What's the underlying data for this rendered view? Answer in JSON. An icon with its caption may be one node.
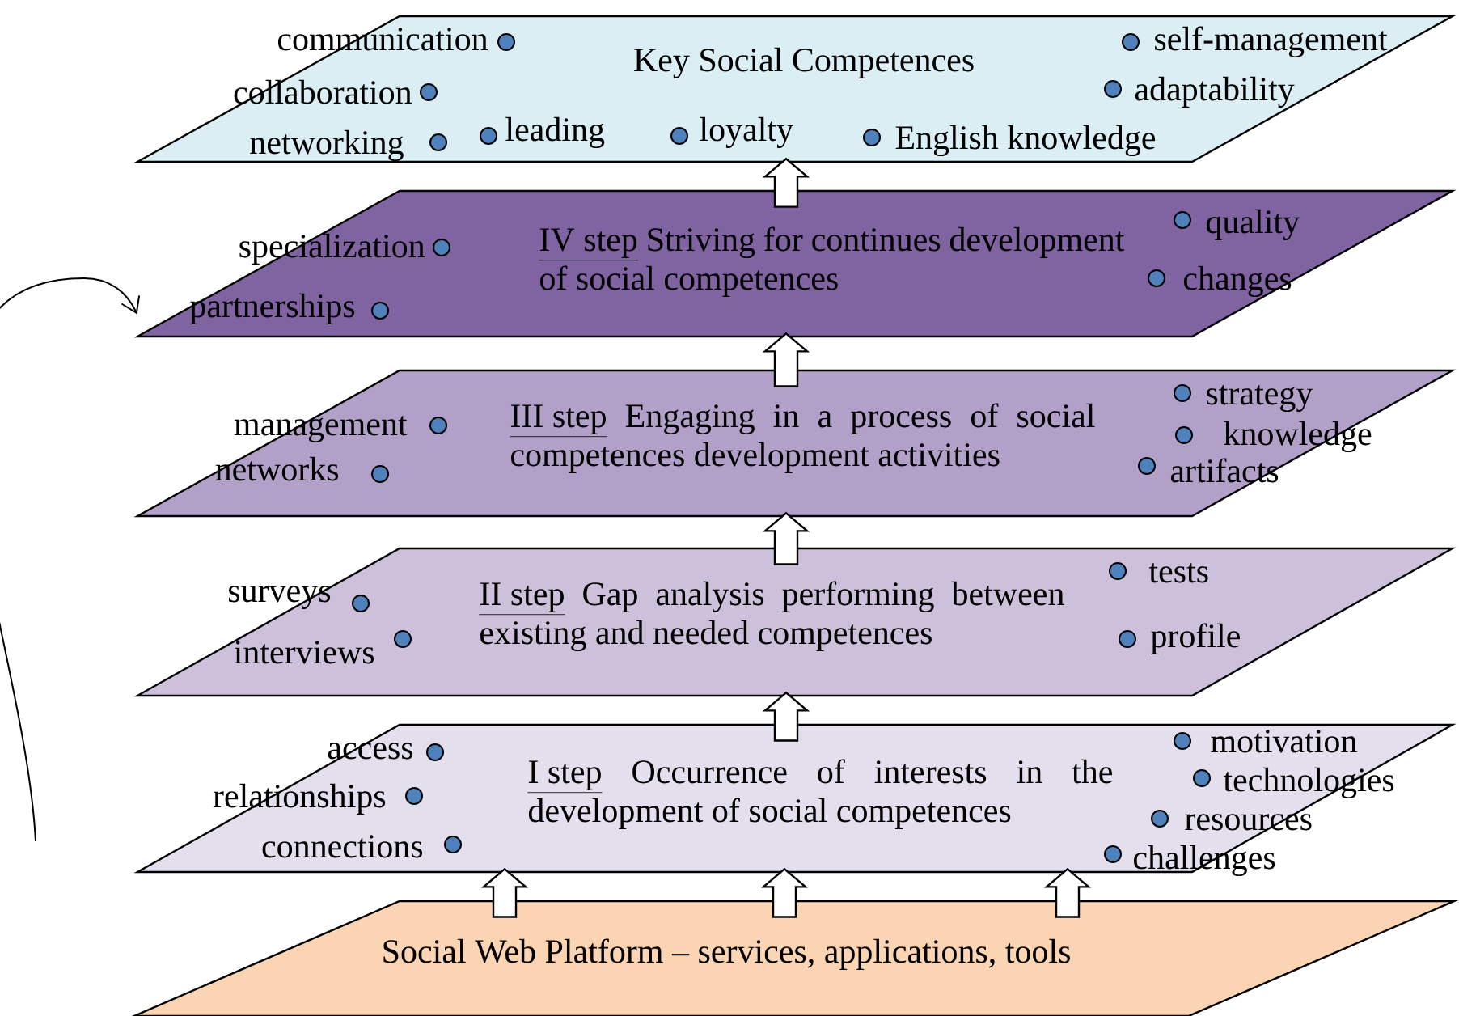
{
  "diagram": {
    "nodes": [
      {
        "text": [
          "Key Social Competences"
        ]
      },
      {
        "text": [
          "IV step",
          "Striving for continues development of social competences"
        ]
      },
      {
        "text": [
          "III step",
          "Engaging in a process of social competences development activities"
        ]
      },
      {
        "text": [
          "II step",
          "Gap analysis performing between existing and needed competences"
        ]
      },
      {
        "text": [
          "I step",
          "Occurrence of interests in the development of social competences"
        ]
      },
      {
        "text": [
          "Social Web Platform – services, applications, tools"
        ]
      }
    ],
    "edges": [
      {
        "from": 5,
        "to": 4,
        "arrow": "to"
      },
      {
        "from": 5,
        "to": 4,
        "arrow": "to"
      },
      {
        "from": 5,
        "to": 4,
        "arrow": "to"
      },
      {
        "from": 4,
        "to": 3,
        "arrow": "to"
      },
      {
        "from": 3,
        "to": 2,
        "arrow": "to"
      },
      {
        "from": 2,
        "to": 1,
        "arrow": "to"
      },
      {
        "from": 1,
        "to": 0,
        "arrow": "to"
      },
      {
        "from": null,
        "to": 1,
        "arrow": "to"
      }
    ],
    "labels": [
      "communication",
      "collaboration",
      "networking",
      "leading",
      "loyalty",
      "English knowledge",
      "self-management",
      "adaptability",
      "specialization",
      "partnerships",
      "quality",
      "changes",
      "management",
      "networks",
      "strategy",
      "knowledge",
      "artifacts",
      "surveys",
      "interviews",
      "tests",
      "profile",
      "access",
      "relationships",
      "connections",
      "motivation",
      "technologies",
      "resources",
      "challenges"
    ]
  }
}
